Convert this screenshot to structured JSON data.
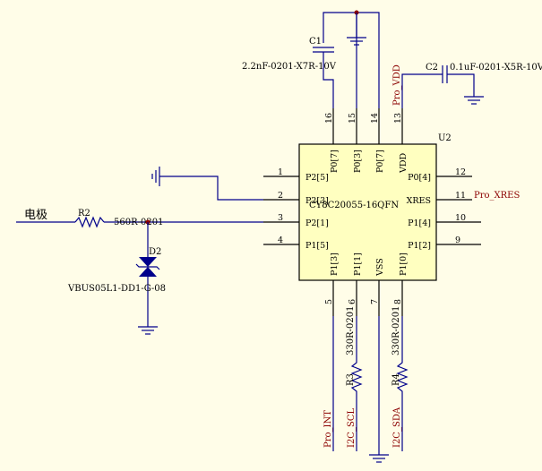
{
  "chip": {
    "designator": "U2",
    "part": "CY8C20055-16QFN",
    "pins_left": [
      {
        "num": "1",
        "name": "P2[5]"
      },
      {
        "num": "2",
        "name": "P2[3]"
      },
      {
        "num": "3",
        "name": "P2[1]"
      },
      {
        "num": "4",
        "name": "P1[5]"
      }
    ],
    "pins_right": [
      {
        "num": "12",
        "name": "P0[4]"
      },
      {
        "num": "11",
        "name": "XRES"
      },
      {
        "num": "10",
        "name": "P1[4]"
      },
      {
        "num": "9",
        "name": "P1[2]"
      }
    ],
    "pins_top": [
      {
        "num": "16",
        "name": "P0[7]"
      },
      {
        "num": "15",
        "name": "P0[3]"
      },
      {
        "num": "14",
        "name": "P0[7]"
      },
      {
        "num": "13",
        "name": "VDD"
      }
    ],
    "pins_bottom": [
      {
        "num": "5",
        "name": "P1[3]"
      },
      {
        "num": "6",
        "name": "P1[1]"
      },
      {
        "num": "7",
        "name": "VSS"
      },
      {
        "num": "8",
        "name": "P1[0]"
      }
    ]
  },
  "c1": {
    "designator": "C1",
    "value": "2.2nF-0201-X7R-10V"
  },
  "c2": {
    "designator": "C2",
    "value": "0.1uF-0201-X5R-10V"
  },
  "r2": {
    "designator": "R2",
    "value": "560R-0201"
  },
  "d2": {
    "designator": "D2",
    "value": "VBUS05L1-DD1-G-08"
  },
  "r3": {
    "designator": "R3",
    "value": "330R-0201"
  },
  "r4": {
    "designator": "R4",
    "value": "330R-0201"
  },
  "electrode_label": "电极",
  "nets": {
    "pro_vdd": "Pro_VDD",
    "pro_xres": "Pro_XRES",
    "pro_int": "Pro_INT",
    "i2c_scl": "I2C_SCL",
    "i2c_sda": "I2C_SDA"
  },
  "colors": {
    "background": "#fffde8",
    "chip_fill": "#ffffc0",
    "wire": "#00008b",
    "net_label": "#8b0000"
  }
}
